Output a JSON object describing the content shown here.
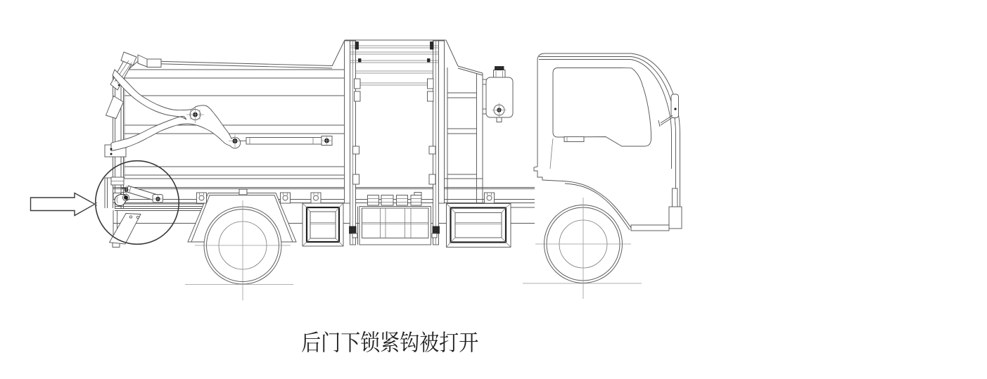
{
  "figure": {
    "type": "cad-line-drawing",
    "subject": "side view of a rear-loading garbage truck with bin lifter",
    "background_color": "#ffffff",
    "line_color": "#4d4d4d",
    "annotation_color": "#383838"
  },
  "caption": {
    "text": "后门下锁紧钩被打开"
  },
  "annotation": {
    "arrow_direction": "right",
    "arrow_points_at": "rear door lower locking hook highlighted by circle"
  },
  "parts_visible": [
    "cab",
    "side-mirror",
    "front-wheel",
    "rear-wheel",
    "chassis-frame",
    "body-tank",
    "bin-lifter-frame",
    "tailgate-lifter-arm",
    "arm-hydraulic-cylinder",
    "rear-door",
    "rear-door-lock-mechanism",
    "rear-mudguard",
    "toolbox-left",
    "toolbox-right",
    "center-equipment-box",
    "hydraulic-oil-tank",
    "callout-circle",
    "callout-arrow"
  ]
}
